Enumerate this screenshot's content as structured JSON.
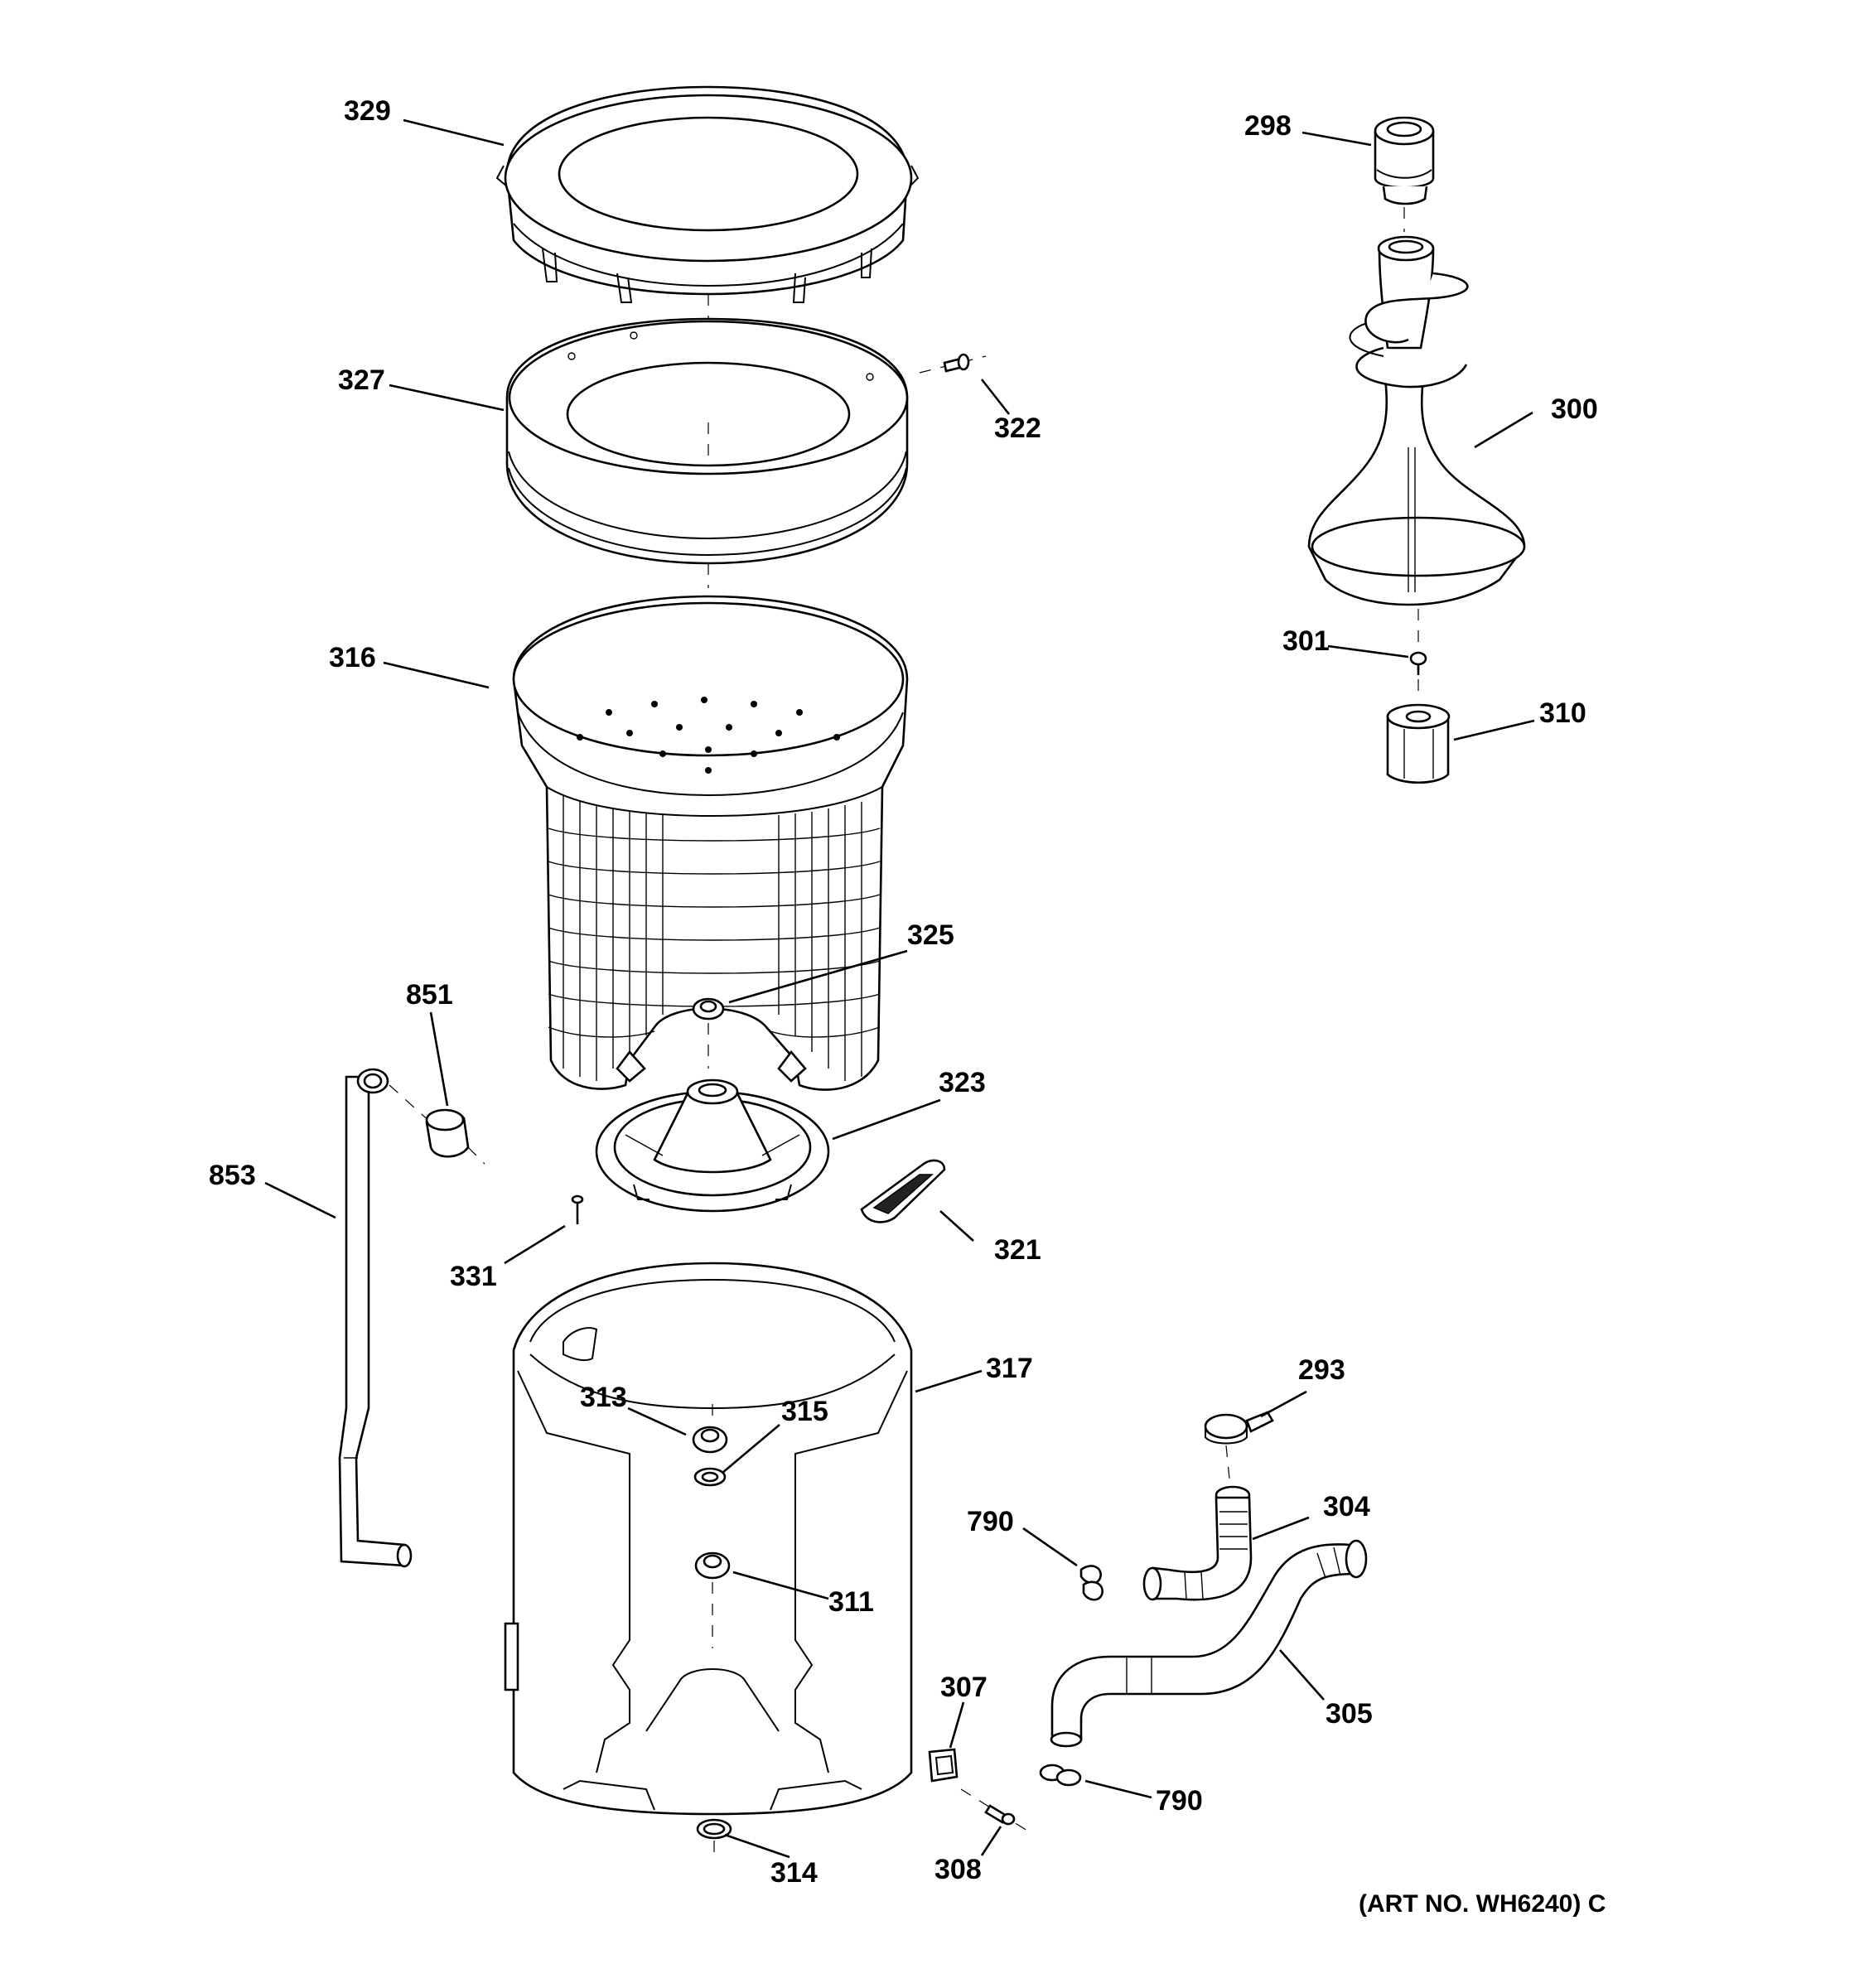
{
  "diagram": {
    "art_number": "(ART NO. WH6240) C",
    "callouts": [
      {
        "id": "329",
        "label": "329"
      },
      {
        "id": "327",
        "label": "327"
      },
      {
        "id": "322",
        "label": "322"
      },
      {
        "id": "316",
        "label": "316"
      },
      {
        "id": "325",
        "label": "325"
      },
      {
        "id": "851",
        "label": "851"
      },
      {
        "id": "853",
        "label": "853"
      },
      {
        "id": "323",
        "label": "323"
      },
      {
        "id": "321",
        "label": "321"
      },
      {
        "id": "331",
        "label": "331"
      },
      {
        "id": "317",
        "label": "317"
      },
      {
        "id": "313",
        "label": "313"
      },
      {
        "id": "315",
        "label": "315"
      },
      {
        "id": "311",
        "label": "311"
      },
      {
        "id": "314",
        "label": "314"
      },
      {
        "id": "307",
        "label": "307"
      },
      {
        "id": "308",
        "label": "308"
      },
      {
        "id": "790a",
        "label": "790"
      },
      {
        "id": "790b",
        "label": "790"
      },
      {
        "id": "293",
        "label": "293"
      },
      {
        "id": "304",
        "label": "304"
      },
      {
        "id": "305",
        "label": "305"
      },
      {
        "id": "298",
        "label": "298"
      },
      {
        "id": "300",
        "label": "300"
      },
      {
        "id": "301",
        "label": "301"
      },
      {
        "id": "310",
        "label": "310"
      }
    ]
  }
}
